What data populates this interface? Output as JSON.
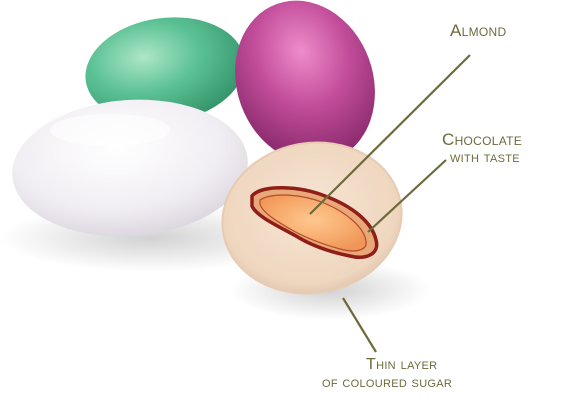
{
  "labels": {
    "almond": "Almond",
    "chocolate_line1": "Chocolate",
    "chocolate_line2": "with taste",
    "sugar_line1": "Thin layer",
    "sugar_line2": "of coloured sugar"
  },
  "colors": {
    "green_almond": "#4cb889",
    "purple_almond": "#b03d8a",
    "white_almond": "#efe9ef",
    "sugar_shell": "#f1ddc9",
    "chocolate_border": "#8f1f16",
    "almond_core": "#f5a96a",
    "leader_line": "#6e6a3c"
  }
}
